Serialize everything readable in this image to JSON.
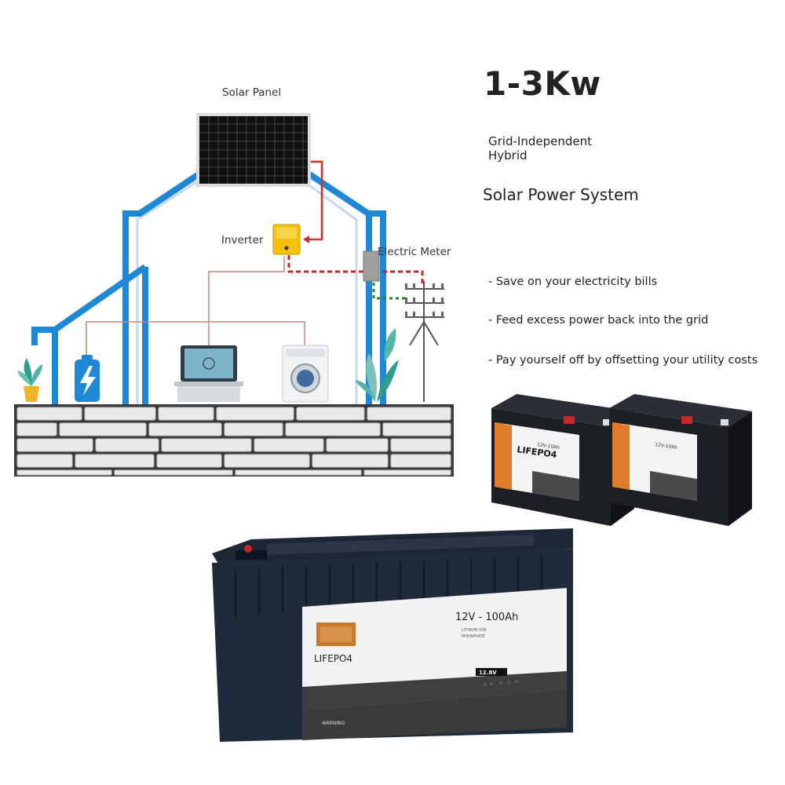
{
  "diagram": {
    "solar_panel_label": "Solar Panel",
    "inverter_label": "Inverter",
    "electric_meter_label": "Electric Meter"
  },
  "headline": {
    "power": "1-3Kw",
    "line1": "Grid-Independent",
    "line2": "Hybrid",
    "subtitle": "Solar Power System"
  },
  "features": [
    "- Save on your electricity bills",
    "- Feed excess power back into the grid",
    "- Pay yourself off by offsetting your utility costs"
  ],
  "battery_small": {
    "brand": "LIFEPO4",
    "spec": "12V-10Ah"
  },
  "battery_large": {
    "spec": "12V - 100Ah",
    "chem_line1": "LITHIUM ION",
    "chem_line2": "PHOSPHATE",
    "brand": "LIFEPO4",
    "badge": "12.8V",
    "warning": "WARNING"
  },
  "colors": {
    "house_outline": "#1e88d6",
    "solar_wire": "#d32f2f",
    "grid_wire": "#2e7d32",
    "inverter": "#f4c20d",
    "battery_body": "#1f2a3a",
    "battery_label": "#f2f2f2"
  }
}
